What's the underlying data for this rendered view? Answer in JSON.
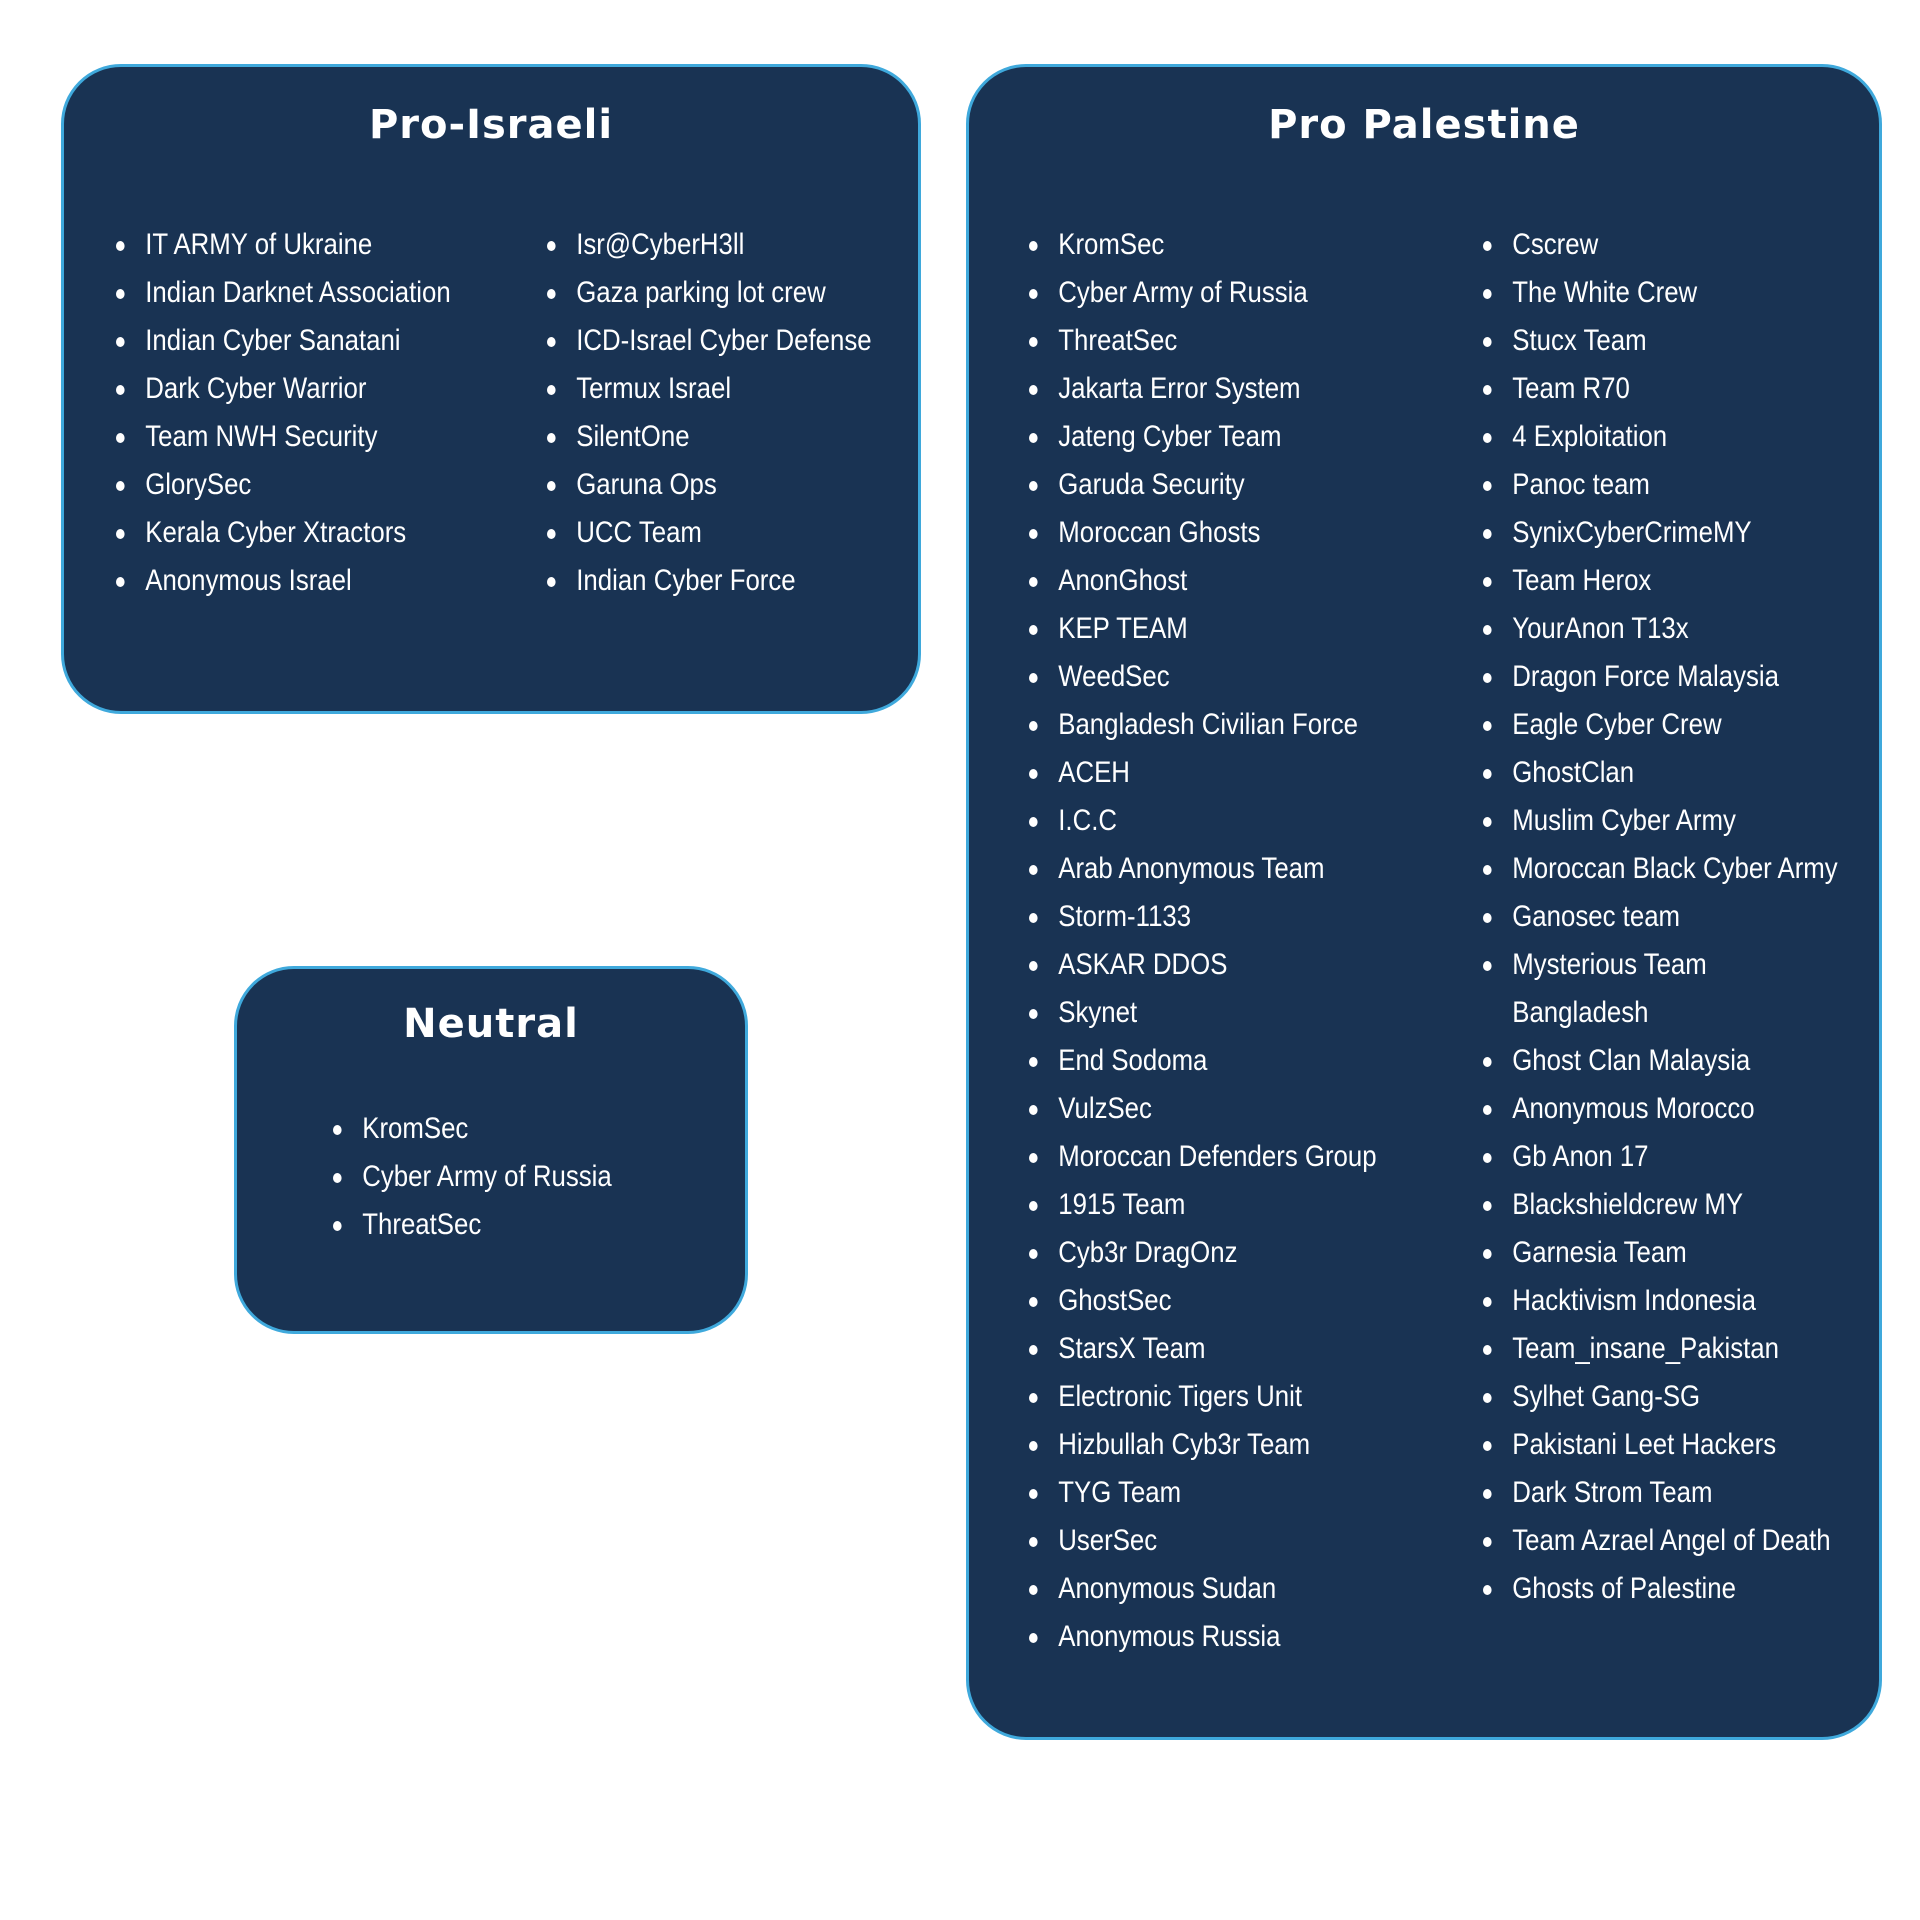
{
  "pro_israeli": {
    "title": "Pro-Israeli",
    "column_1": [
      "IT ARMY of Ukraine",
      "Indian Darknet Association",
      "Indian Cyber Sanatani",
      "Dark Cyber Warrior",
      "Team NWH Security",
      "GlorySec",
      "Kerala Cyber Xtractors",
      "Anonymous Israel"
    ],
    "column_2": [
      "Isr@CyberH3ll",
      "Gaza parking lot crew",
      "ICD-Israel Cyber Defense",
      "Termux Israel",
      "SilentOne",
      "Garuna Ops",
      "UCC Team",
      "Indian Cyber Force"
    ]
  },
  "neutral": {
    "title": "Neutral",
    "items": [
      "KromSec",
      "Cyber Army of Russia",
      "ThreatSec"
    ]
  },
  "pro_palestine": {
    "title": "Pro Palestine",
    "column_1": [
      "KromSec",
      "Cyber Army of Russia",
      "ThreatSec",
      "Jakarta Error System",
      "Jateng Cyber Team",
      "Garuda Security",
      "Moroccan Ghosts",
      "AnonGhost",
      "KEP TEAM",
      "WeedSec",
      "Bangladesh Civilian Force",
      "ACEH",
      "I.C.C",
      "Arab Anonymous Team",
      "Storm-1133",
      "ASKAR DDOS",
      "Skynet",
      "End Sodoma",
      "VulzSec",
      "Moroccan Defenders Group",
      "1915 Team",
      "Cyb3r DragOnz",
      "GhostSec",
      "StarsX Team",
      "Electronic Tigers Unit",
      "Hizbullah Cyb3r Team",
      "TYG Team",
      "UserSec",
      "Anonymous Sudan",
      "Anonymous Russia"
    ],
    "column_2": [
      "Cscrew",
      "The White Crew",
      "Stucx Team",
      "Team R70",
      "4 Exploitation",
      "Panoc team",
      "SynixCyberCrimeMY",
      "Team Herox",
      "YourAnon T13x",
      "Dragon Force Malaysia",
      "Eagle Cyber Crew",
      "GhostClan",
      "Muslim Cyber Army",
      "Moroccan Black Cyber Army",
      "Ganosec team",
      "Mysterious Team",
      "Bangladesh",
      "Ghost Clan Malaysia",
      "Anonymous Morocco",
      "Gb Anon 17",
      "Blackshieldcrew MY",
      "Garnesia Team",
      "Hacktivism Indonesia",
      "Team_insane_Pakistan",
      "Sylhet Gang-SG",
      "Pakistani Leet Hackers",
      "Dark Strom Team",
      "Team Azrael Angel of Death",
      "Ghosts of Palestine"
    ]
  }
}
